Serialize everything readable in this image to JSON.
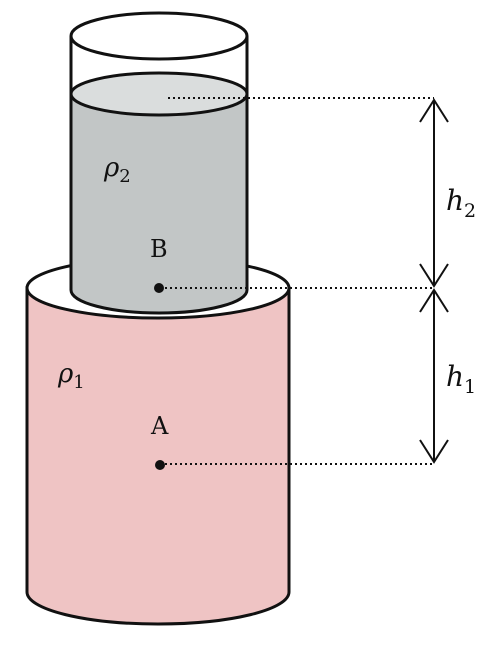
{
  "labels": {
    "density_lower": "ρ",
    "density_lower_sub": "1",
    "density_upper": "ρ",
    "density_upper_sub": "2",
    "point_a": "A",
    "point_b": "B",
    "height_lower": "h",
    "height_lower_sub": "1",
    "height_upper": "h",
    "height_upper_sub": "2"
  },
  "colors": {
    "lower_fluid": "#efc4c4",
    "upper_fluid": "#c2c6c6",
    "upper_surface": "#dadddd",
    "outline": "#111111",
    "background": "#ffffff"
  }
}
